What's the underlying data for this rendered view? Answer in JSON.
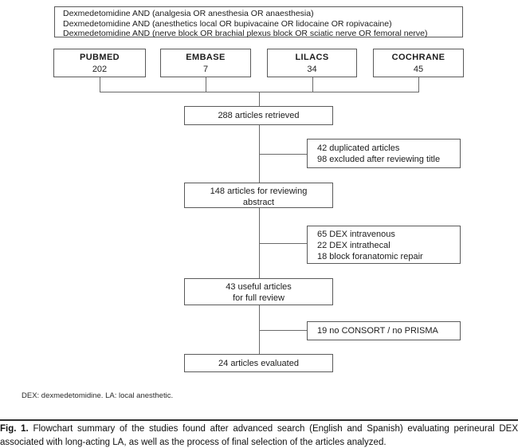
{
  "search_box": {
    "lines": [
      "Dexmedetomidine AND (analgesia OR anesthesia OR anaesthesia)",
      "Dexmedetomidine AND (anesthetics local OR bupivacaine OR lidocaine OR ropivacaine)",
      "Dexmedetomidine AND (nerve block OR brachial plexus block OR sciatic nerve OR femoral nerve)"
    ]
  },
  "databases": [
    {
      "name": "PUBMED",
      "count": "202"
    },
    {
      "name": "EMBASE",
      "count": "7"
    },
    {
      "name": "LILACS",
      "count": "34"
    },
    {
      "name": "COCHRANE",
      "count": "45"
    }
  ],
  "flow": {
    "retrieved": "288 articles retrieved",
    "abstract_line1": "148 articles for reviewing",
    "abstract_line2": "abstract",
    "full_review_line1": "43 useful articles",
    "full_review_line2": "for full review",
    "evaluated": "24 articles evaluated"
  },
  "exclusions": [
    {
      "lines": [
        "42 duplicated articles",
        "98 excluded after reviewing title"
      ]
    },
    {
      "lines": [
        "65 DEX intravenous",
        "22 DEX intrathecal",
        "18 block foranatomic repair"
      ]
    },
    {
      "lines": [
        "19 no CONSORT / no PRISMA"
      ]
    }
  ],
  "footnote": "DEX: dexmedetomidine. LA: local anesthetic.",
  "caption": {
    "label": "Fig. 1.",
    "text": "Flowchart summary of the studies found after advanced search (English and Spanish) evaluating perineural DEX associated with long-acting LA, as well as the process of final selection of the articles analyzed."
  },
  "colors": {
    "border": "#5a5a5a",
    "connector": "#6a6a6a",
    "text": "#1c1c1c",
    "rule": "#2f2f2f"
  }
}
